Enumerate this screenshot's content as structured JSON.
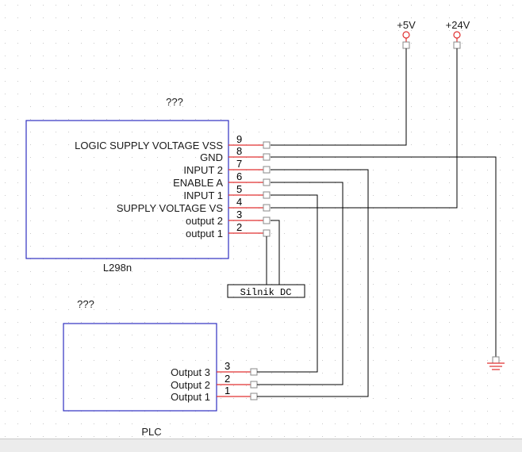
{
  "power": {
    "v5": "+5V",
    "v24": "+24V"
  },
  "l298": {
    "ref": "???",
    "name": "L298n",
    "pins": [
      {
        "num": "9",
        "label": "LOGIC SUPPLY VOLTAGE VSS"
      },
      {
        "num": "8",
        "label": "GND"
      },
      {
        "num": "7",
        "label": "INPUT 2"
      },
      {
        "num": "6",
        "label": "ENABLE A"
      },
      {
        "num": "5",
        "label": "INPUT 1"
      },
      {
        "num": "4",
        "label": "SUPPLY VOLTAGE VS"
      },
      {
        "num": "3",
        "label": "output 2"
      },
      {
        "num": "2",
        "label": "output 1"
      }
    ]
  },
  "motor": {
    "label": "Silnik DC"
  },
  "plc": {
    "ref": "???",
    "name": "PLC",
    "pins": [
      {
        "num": "3",
        "label": "Output 3"
      },
      {
        "num": "2",
        "label": "Output 2"
      },
      {
        "num": "1",
        "label": "Output 1"
      }
    ]
  },
  "colors": {
    "pin": "#e03030",
    "component": "#3030c0",
    "wire": "#000000",
    "grid": "#c9c9c9",
    "ground": "#e03030"
  }
}
